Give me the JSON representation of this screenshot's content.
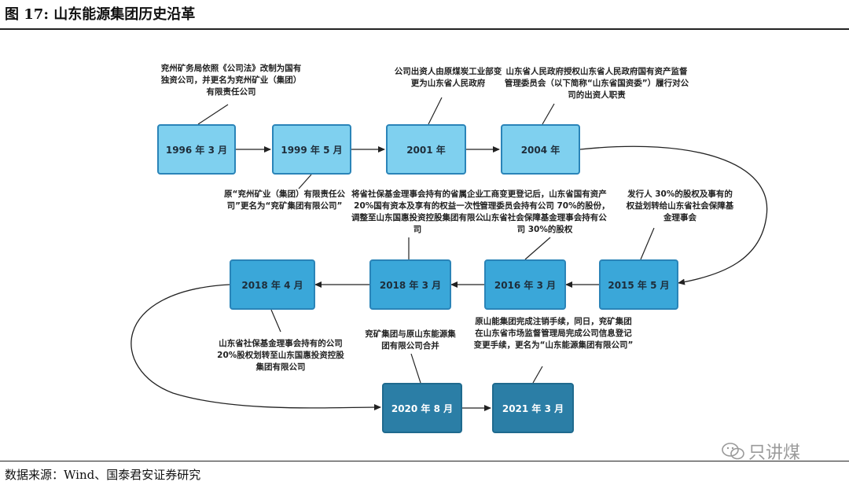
{
  "figure": {
    "title": "图 17:  山东能源集团历史沿革",
    "source": "数据来源：Wind、国泰君安证券研究"
  },
  "colors": {
    "light": "#7fd0ef",
    "mid": "#3aa7d9",
    "dark": "#2b7ea6",
    "arrow": "#222222"
  },
  "timeline": [
    {
      "label": "1996 年 3 月"
    },
    {
      "label": "1999 年 5 月"
    },
    {
      "label": "2001 年"
    },
    {
      "label": "2004 年"
    },
    {
      "label": "2015 年 5 月"
    },
    {
      "label": "2016 年 3 月"
    },
    {
      "label": "2018 年 3 月"
    },
    {
      "label": "2018 年 4 月"
    },
    {
      "label": "2020 年 8 月"
    },
    {
      "label": "2021 年 3 月"
    }
  ],
  "notes": [
    "兖州矿务局依照《公司法》改制为国有独资公司，并更名为兖州矿业（集团）有限责任公司",
    "原“兖州矿业（集团）有限责任公司”更名为“兖矿集团有限公司”",
    "公司出资人由原煤炭工业部变更为山东省人民政府",
    "山东省人民政府授权山东省人民政府国有资产监督管理委员会（以下简称“山东省国资委”）履行对公司的出资人职责",
    "发行人 30%的股权及事有的权益划转给山东省社会保障基金理事会",
    "工商变更登记后，山东省国有资产管理委员会持有公司 70%的股份，山东省社会保障基金理事会持有公司 30%的股权",
    "将省社保基金理事会持有的省属企业 20%国有资本及享有的权益一次性调整至山东国惠投资控股集团有限公司",
    "山东省社保基金理事会持有的公司 20%股权划转至山东国惠投资控股集团有限公司",
    "兖矿集团与原山东能源集团有限公司合并",
    "原山能集团完成注销手续，同日，兖矿集团在山东省市场监督管理局完成公司信息登记变更手续，更名为“山东能源集团有限公司”"
  ],
  "watermark": {
    "text": "只讲煤"
  }
}
